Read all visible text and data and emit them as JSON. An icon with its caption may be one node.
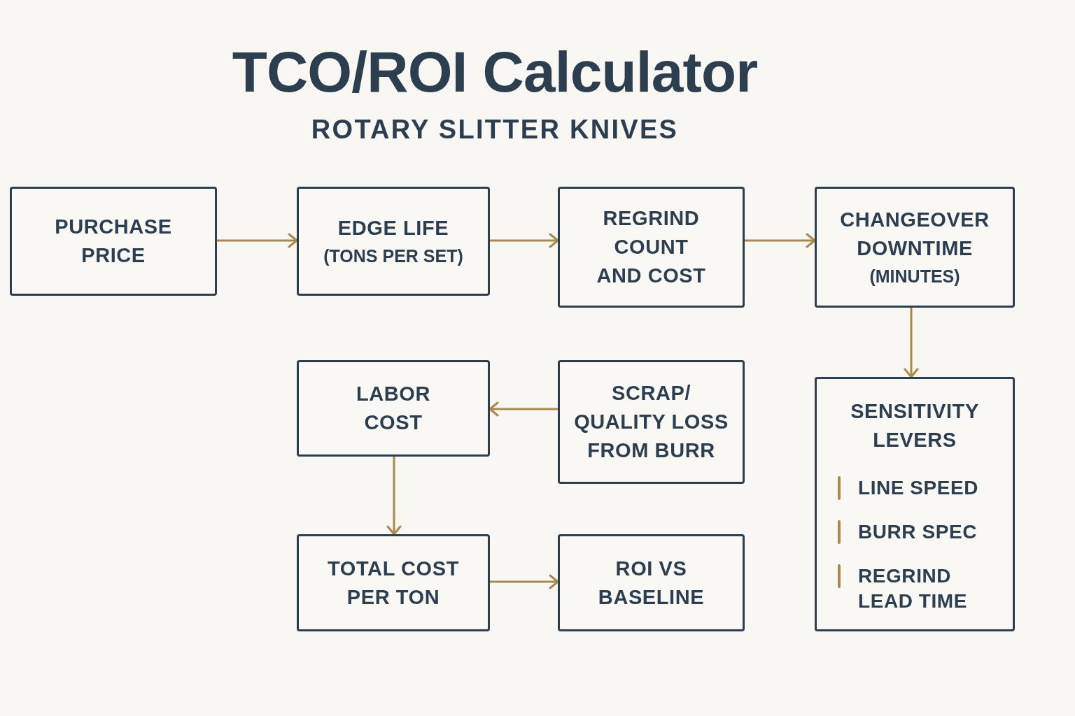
{
  "diagram": {
    "title": "TCO/ROI Calculator",
    "nodes": [
      {
        "text": [
          "PURCHASE PRICE"
        ]
      },
      {
        "text": [
          "EDGE LIFE",
          "(TONS PER SET)"
        ]
      },
      {
        "text": [
          "REGRIND COUNT AND COST"
        ]
      },
      {
        "text": [
          "CHANGEOVER DOWNTIME",
          "(MINUTES)"
        ]
      },
      {
        "text": [
          "LABOR COST"
        ]
      },
      {
        "text": [
          "SCRAP/ QUALITY LOSS FROM BURR"
        ]
      },
      {
        "text": [
          "SENSITIVITY LEVERS",
          "LINE SPEED",
          "BURR SPEC",
          "REGRIND LEAD TIME"
        ]
      },
      {
        "text": [
          "TOTAL COST PER TON"
        ]
      },
      {
        "text": [
          "ROI VS BASELINE"
        ]
      }
    ],
    "edges": [
      {
        "from": 0,
        "to": 1,
        "arrow": "to"
      },
      {
        "from": 1,
        "to": 2,
        "arrow": "to"
      },
      {
        "from": 2,
        "to": 3,
        "arrow": "to"
      },
      {
        "from": 3,
        "to": 6,
        "arrow": "to"
      },
      {
        "from": 5,
        "to": 4,
        "arrow": "to"
      },
      {
        "from": 4,
        "to": 7,
        "arrow": "to"
      },
      {
        "from": 7,
        "to": 8,
        "arrow": "to"
      }
    ],
    "labels": [
      "ROTARY SLITTER KNIVES"
    ]
  }
}
